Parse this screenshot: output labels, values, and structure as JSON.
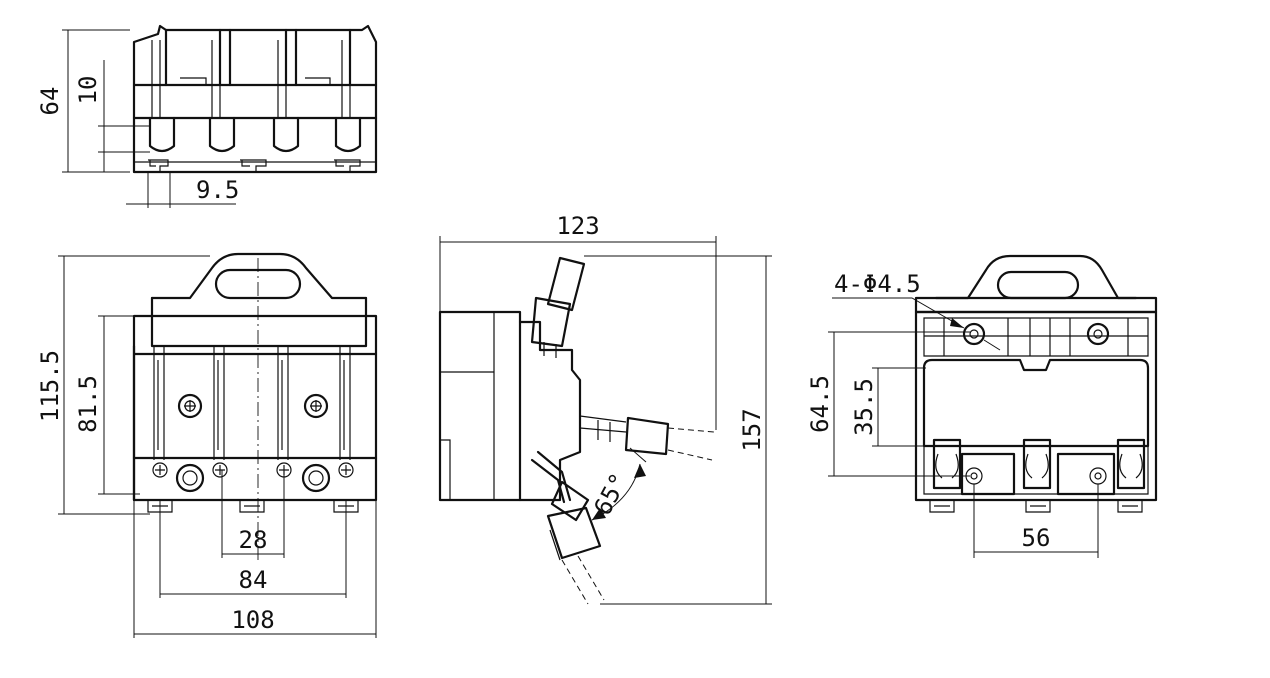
{
  "dimensions": {
    "top_view": {
      "height": "64",
      "gap": "10",
      "pitch": "9.5"
    },
    "front_view": {
      "height": "115.5",
      "inner_height": "81.5",
      "spacing_small": "28",
      "spacing_mid": "84",
      "width": "108"
    },
    "side_view": {
      "depth": "123",
      "height": "157",
      "angle": "65°"
    },
    "rear_view": {
      "holes": "4-Φ4.5",
      "height": "64.5",
      "inner_height": "35.5",
      "spacing": "56"
    }
  },
  "colors": {
    "line": "#111111",
    "background": "#ffffff"
  }
}
